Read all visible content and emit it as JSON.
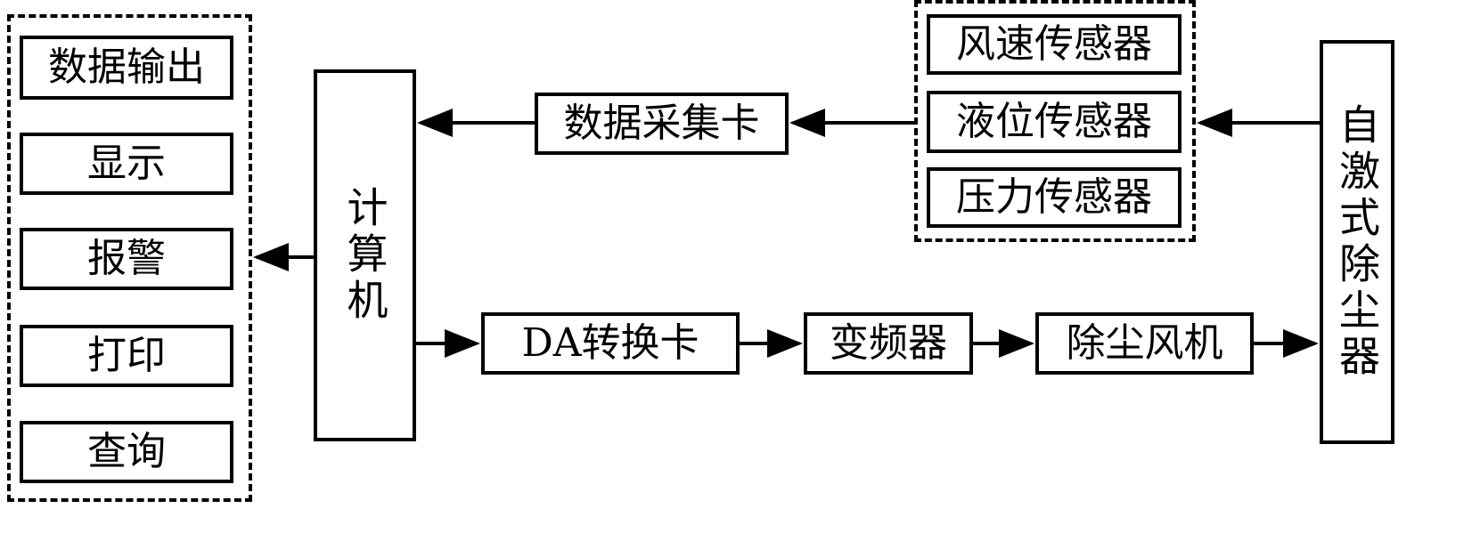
{
  "outputs": {
    "data_output": "数据输出",
    "display": "显示",
    "alarm": "报警",
    "print": "打印",
    "query": "查询"
  },
  "computer": "计算机",
  "daq_card": "数据采集卡",
  "sensors": {
    "wind_speed": "风速传感器",
    "liquid_level": "液位传感器",
    "pressure": "压力传感器"
  },
  "collector": "自激式除尘器",
  "da_card": "DA转换卡",
  "inverter": "变频器",
  "fan": "除尘风机"
}
